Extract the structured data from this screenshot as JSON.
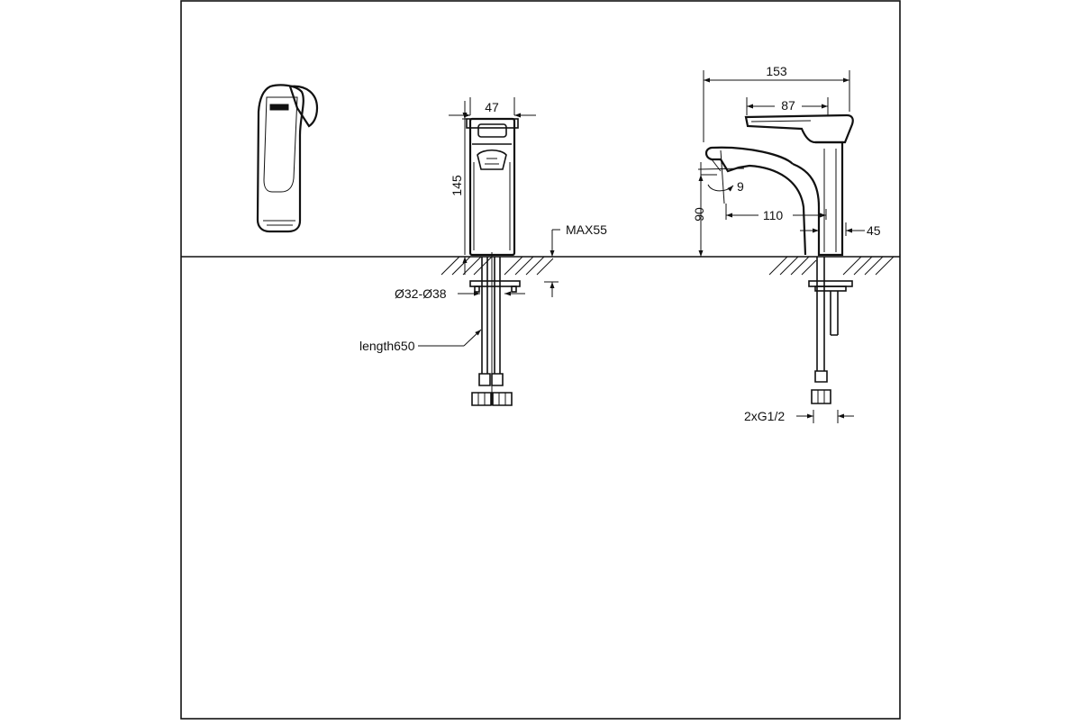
{
  "dimensions": {
    "width_47": "47",
    "height_145": "145",
    "max_55": "MAX55",
    "hole_dia": "Ø32-Ø38",
    "hose_length": "length650",
    "overall_153": "153",
    "lever_87": "87",
    "angle_9": "9",
    "height_90": "90",
    "reach_110": "110",
    "base_45": "45",
    "connection": "2xG1/2"
  },
  "colors": {
    "line": "#111111",
    "background": "#ffffff"
  }
}
